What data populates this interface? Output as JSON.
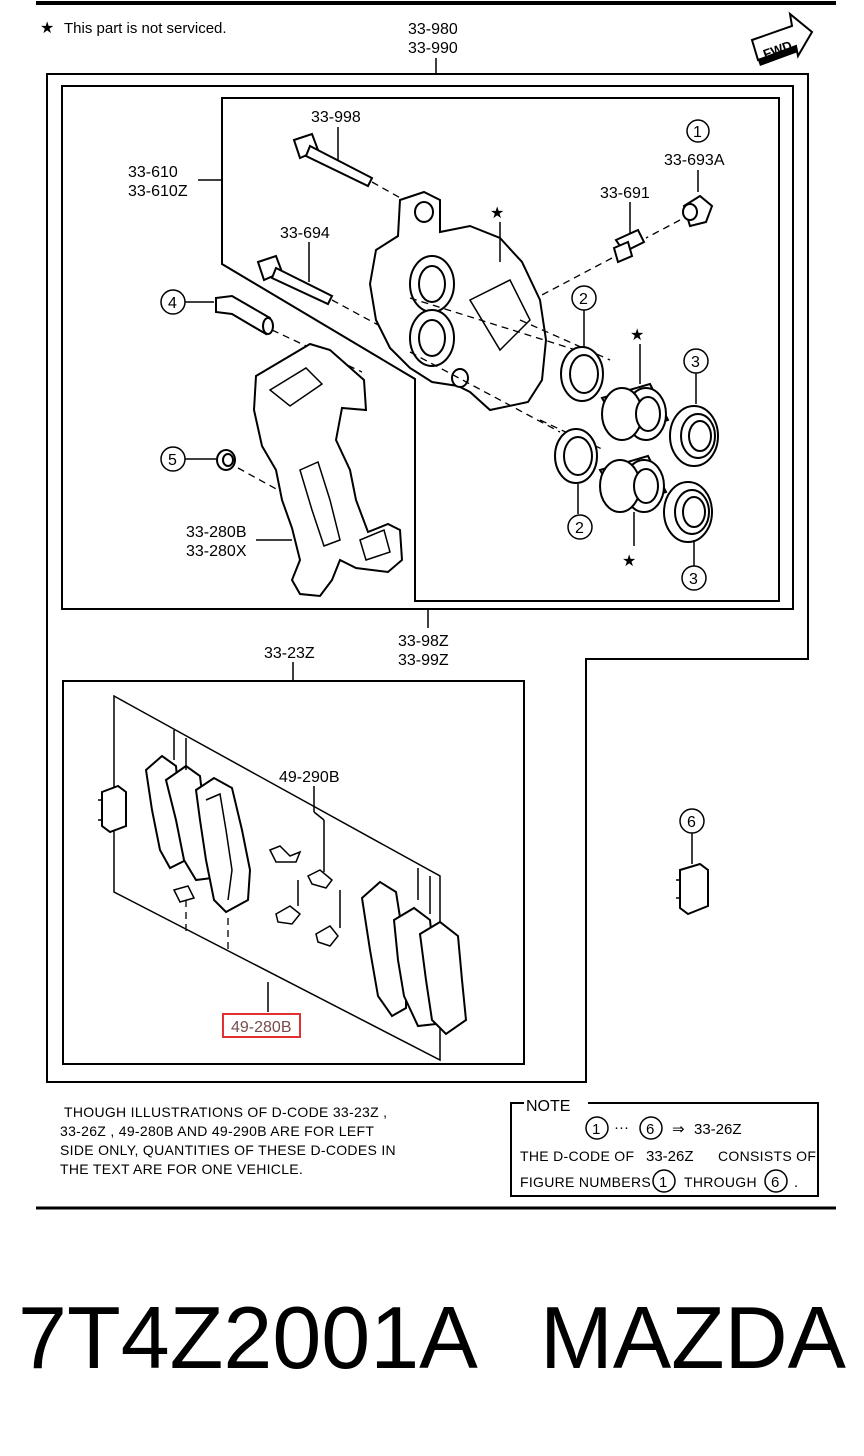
{
  "header": {
    "star_note": "This part is not serviced.",
    "fwd_label": "FWD"
  },
  "labels": {
    "assy_1": "33-980",
    "assy_2": "33-990",
    "bolt_998": "33-998",
    "caliper_1": "33-610",
    "caliper_2": "33-610Z",
    "bolt_694": "33-694",
    "cap_num": "1",
    "cap_code": "33-693A",
    "bleeder": "33-691",
    "pin_num": "4",
    "boot_num": "5",
    "bracket_1": "33-280B",
    "bracket_2": "33-280X",
    "seal_num": "2",
    "boot3_num": "3",
    "padkit_code": "33-23Z",
    "seal_kit_1": "33-98Z",
    "seal_kit_2": "33-99Z",
    "shim_code": "49-290B",
    "pad_code": "49-280B",
    "grease_num": "6"
  },
  "notes": {
    "left": [
      "THOUGH ILLUSTRATIONS OF D-CODE 33-23Z ,",
      "33-26Z , 49-280B AND 49-290B ARE FOR LEFT",
      "SIDE ONLY, QUANTITIES OF THESE D-CODES IN",
      "THE TEXT ARE FOR ONE VEHICLE."
    ],
    "box_title": "NOTE",
    "box_range_from": "1",
    "box_range_dots": "···",
    "box_range_to": "6",
    "box_arrow": "⇒",
    "box_code": "33-26Z",
    "box_line2_a": "THE D-CODE OF",
    "box_line2_code": "33-26Z",
    "box_line2_b": "CONSISTS OF",
    "box_line3_a": "FIGURE NUMBERS",
    "box_line3_n1": "1",
    "box_line3_mid": "THROUGH",
    "box_line3_n2": "6",
    "box_line3_end": "."
  },
  "footer": {
    "part_number": "7T4Z2001A",
    "brand": "MAZDA"
  },
  "icons": [
    "star-icon",
    "fwd-arrow-icon"
  ],
  "colors": {
    "highlight_border": "#e03030"
  }
}
